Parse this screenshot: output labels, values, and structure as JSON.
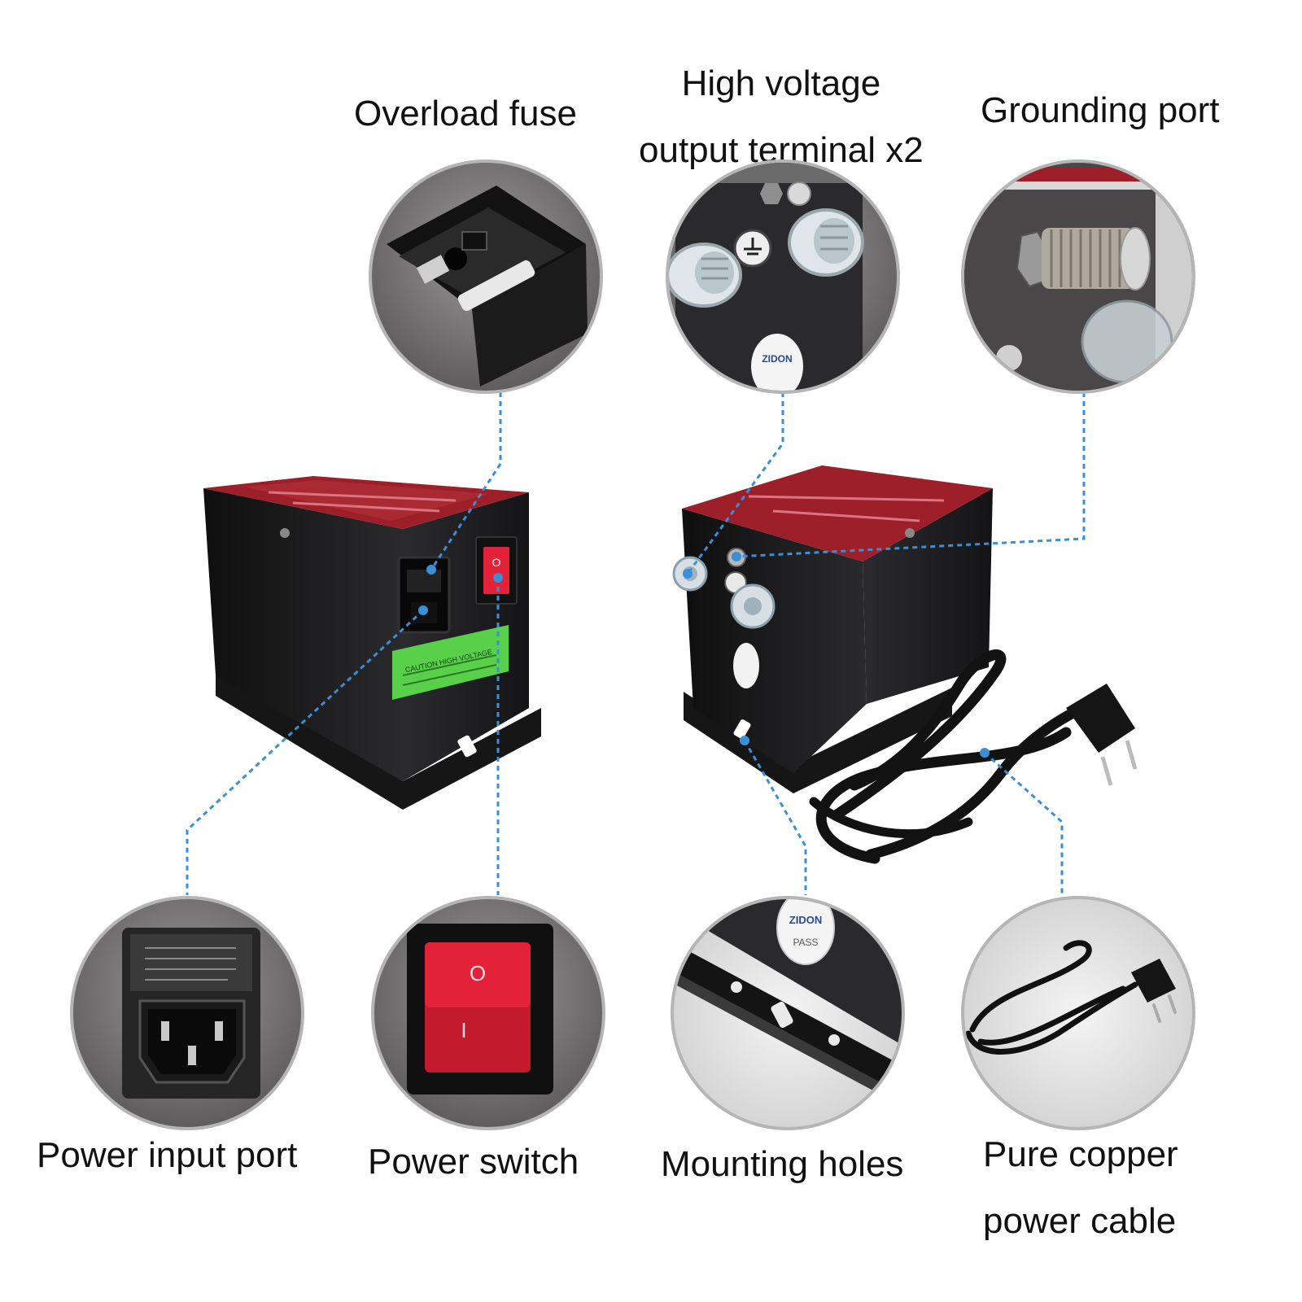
{
  "colors": {
    "leader_line": "#3b8fd6",
    "housing": "#1c1c1e",
    "top_panel": "#9c1f2a",
    "switch_red": "#e3223a",
    "caution_label": "#58d04a",
    "circle_border": "#8a8a8a"
  },
  "callouts": {
    "overload_fuse": {
      "label": "Overload fuse",
      "icon": "fuse-icon"
    },
    "hv_output": {
      "line1": "High voltage",
      "line2": "output terminal x2",
      "icon": "terminal-icon"
    },
    "grounding_port": {
      "label": "Grounding port",
      "icon": "ground-icon"
    },
    "power_input": {
      "label": "Power input port",
      "icon": "power-socket-icon"
    },
    "power_switch": {
      "label": "Power switch",
      "icon": "rocker-switch-icon"
    },
    "mounting_holes": {
      "label": "Mounting holes",
      "icon": "mounting-hole-icon"
    },
    "power_cable": {
      "line1": "Pure copper",
      "line2": "power cable",
      "icon": "cable-icon"
    }
  },
  "switch_marks": {
    "off": "O",
    "on": "I"
  },
  "sticker": {
    "line1": "ZIDON",
    "line2": "PASS"
  },
  "caution_text": "CAUTION HIGH VOLTAGE"
}
